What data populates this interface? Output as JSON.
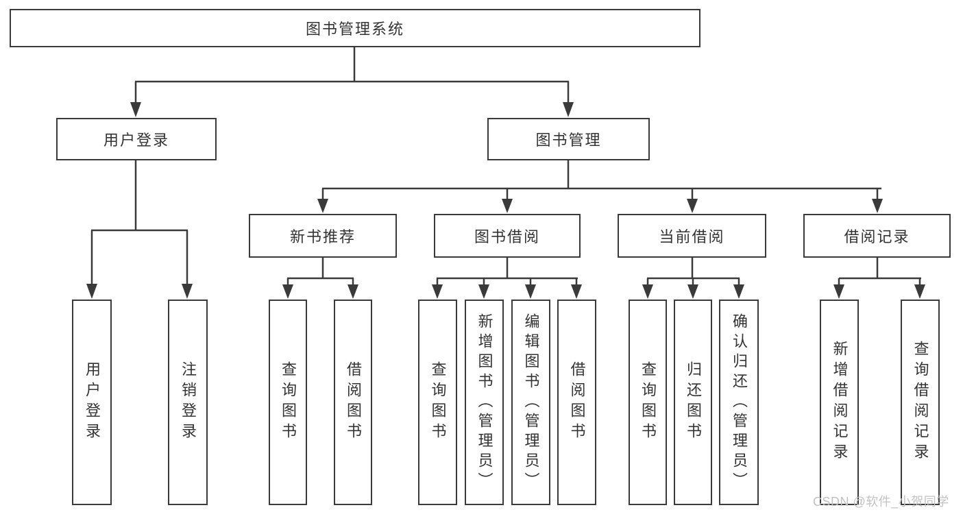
{
  "diagram": {
    "title": "图书管理系统",
    "root": {
      "label": "图书管理系统"
    },
    "level2": [
      {
        "label": "用户登录"
      },
      {
        "label": "图书管理"
      }
    ],
    "level3": [
      {
        "label": "新书推荐"
      },
      {
        "label": "图书借阅"
      },
      {
        "label": "当前借阅"
      },
      {
        "label": "借阅记录"
      }
    ],
    "leaves": {
      "user_login": [
        {
          "label": "用户登录"
        },
        {
          "label": "注销登录"
        }
      ],
      "new_book_recommend": [
        {
          "label": "查询图书"
        },
        {
          "label": "借阅图书"
        }
      ],
      "book_borrow": [
        {
          "label": "查询图书"
        },
        {
          "label": "新增图书（管理员）"
        },
        {
          "label": "编辑图书（管理员）"
        },
        {
          "label": "借阅图书"
        }
      ],
      "current_borrow": [
        {
          "label": "查询图书"
        },
        {
          "label": "归还图书"
        },
        {
          "label": "确认归还（管理员）"
        }
      ],
      "borrow_records": [
        {
          "label": "新增借阅记录"
        },
        {
          "label": "查询借阅记录"
        }
      ]
    }
  },
  "watermark": {
    "text": "CSDN @软件_小贺同学"
  },
  "colors": {
    "line": "#3a3a3a",
    "text": "#333333",
    "background": "#ffffff",
    "watermark": "#c2c2c2"
  }
}
